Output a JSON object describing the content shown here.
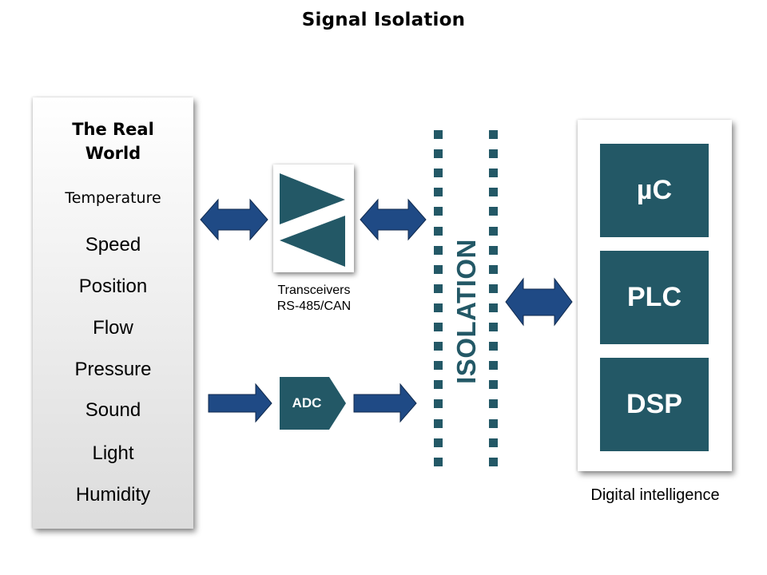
{
  "title": "Signal Isolation",
  "real_world": {
    "heading_line1": "The Real",
    "heading_line2": "World",
    "subheading": "Temperature",
    "items": [
      "Speed",
      "Position",
      "Flow",
      "Pressure",
      "Sound",
      "Light",
      "Humidity"
    ]
  },
  "transceivers": {
    "caption_line1": "Transceivers",
    "caption_line2": "RS-485/CAN",
    "icon": "transceiver-triangles-icon"
  },
  "adc": {
    "label": "ADC"
  },
  "isolation": {
    "label": "ISOLATION"
  },
  "digital": {
    "processors": [
      "µC",
      "PLC",
      "DSP"
    ],
    "caption": "Digital intelligence"
  },
  "colors": {
    "teal": "#235866",
    "arrow_fill": "#1f4a85",
    "arrow_stroke": "#102a4e"
  }
}
